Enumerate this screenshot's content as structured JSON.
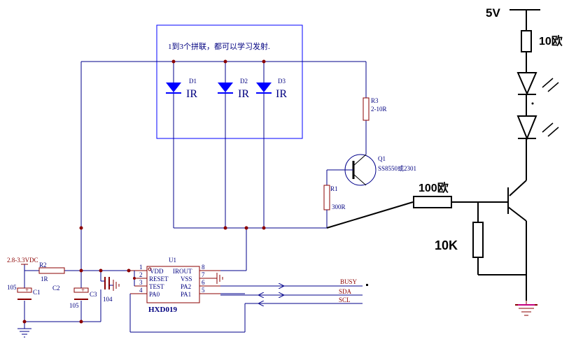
{
  "ir_group": {
    "note": "1到3个拼联，都可以学习发射.",
    "diodes": [
      {
        "ref": "D1",
        "mark": "IR"
      },
      {
        "ref": "D2",
        "mark": "IR"
      },
      {
        "ref": "D3",
        "mark": "IR"
      }
    ]
  },
  "left_circuit": {
    "r3": {
      "ref": "R3",
      "value": "2-10R"
    },
    "q1": {
      "ref": "Q1",
      "part": "SS8550或2301"
    },
    "r1": {
      "ref": "R1",
      "value": "300R"
    },
    "r2": {
      "ref": "R2",
      "value": "1R"
    },
    "supply": "2.8-3.3VDC",
    "c1": {
      "ref": "C1",
      "value": "105"
    },
    "c2": {
      "ref": "C2"
    },
    "c3": {
      "ref": "C3",
      "value": "105"
    },
    "c4": {
      "value": "104"
    },
    "u1": {
      "ref": "U1",
      "part": "HXD019",
      "pins_left": [
        {
          "num": "1",
          "name": "VDD"
        },
        {
          "num": "2",
          "name": "RESET"
        },
        {
          "num": "3",
          "name": "TEST"
        },
        {
          "num": "4",
          "name": "PA0"
        }
      ],
      "pins_right": [
        {
          "num": "8",
          "name": "IROUT"
        },
        {
          "num": "7",
          "name": "VSS"
        },
        {
          "num": "6",
          "name": "PA2"
        },
        {
          "num": "5",
          "name": "PA1"
        }
      ]
    },
    "signals": [
      "BUSY",
      "SDA",
      "SCL"
    ]
  },
  "right_circuit": {
    "vcc": "5V",
    "r_top": "10欧",
    "r_base": "100欧",
    "r_pulldown": "10K"
  },
  "colors": {
    "wire": "#00008b",
    "label": "#8b0000",
    "ink": "#000000",
    "diode": "#0000ff"
  }
}
